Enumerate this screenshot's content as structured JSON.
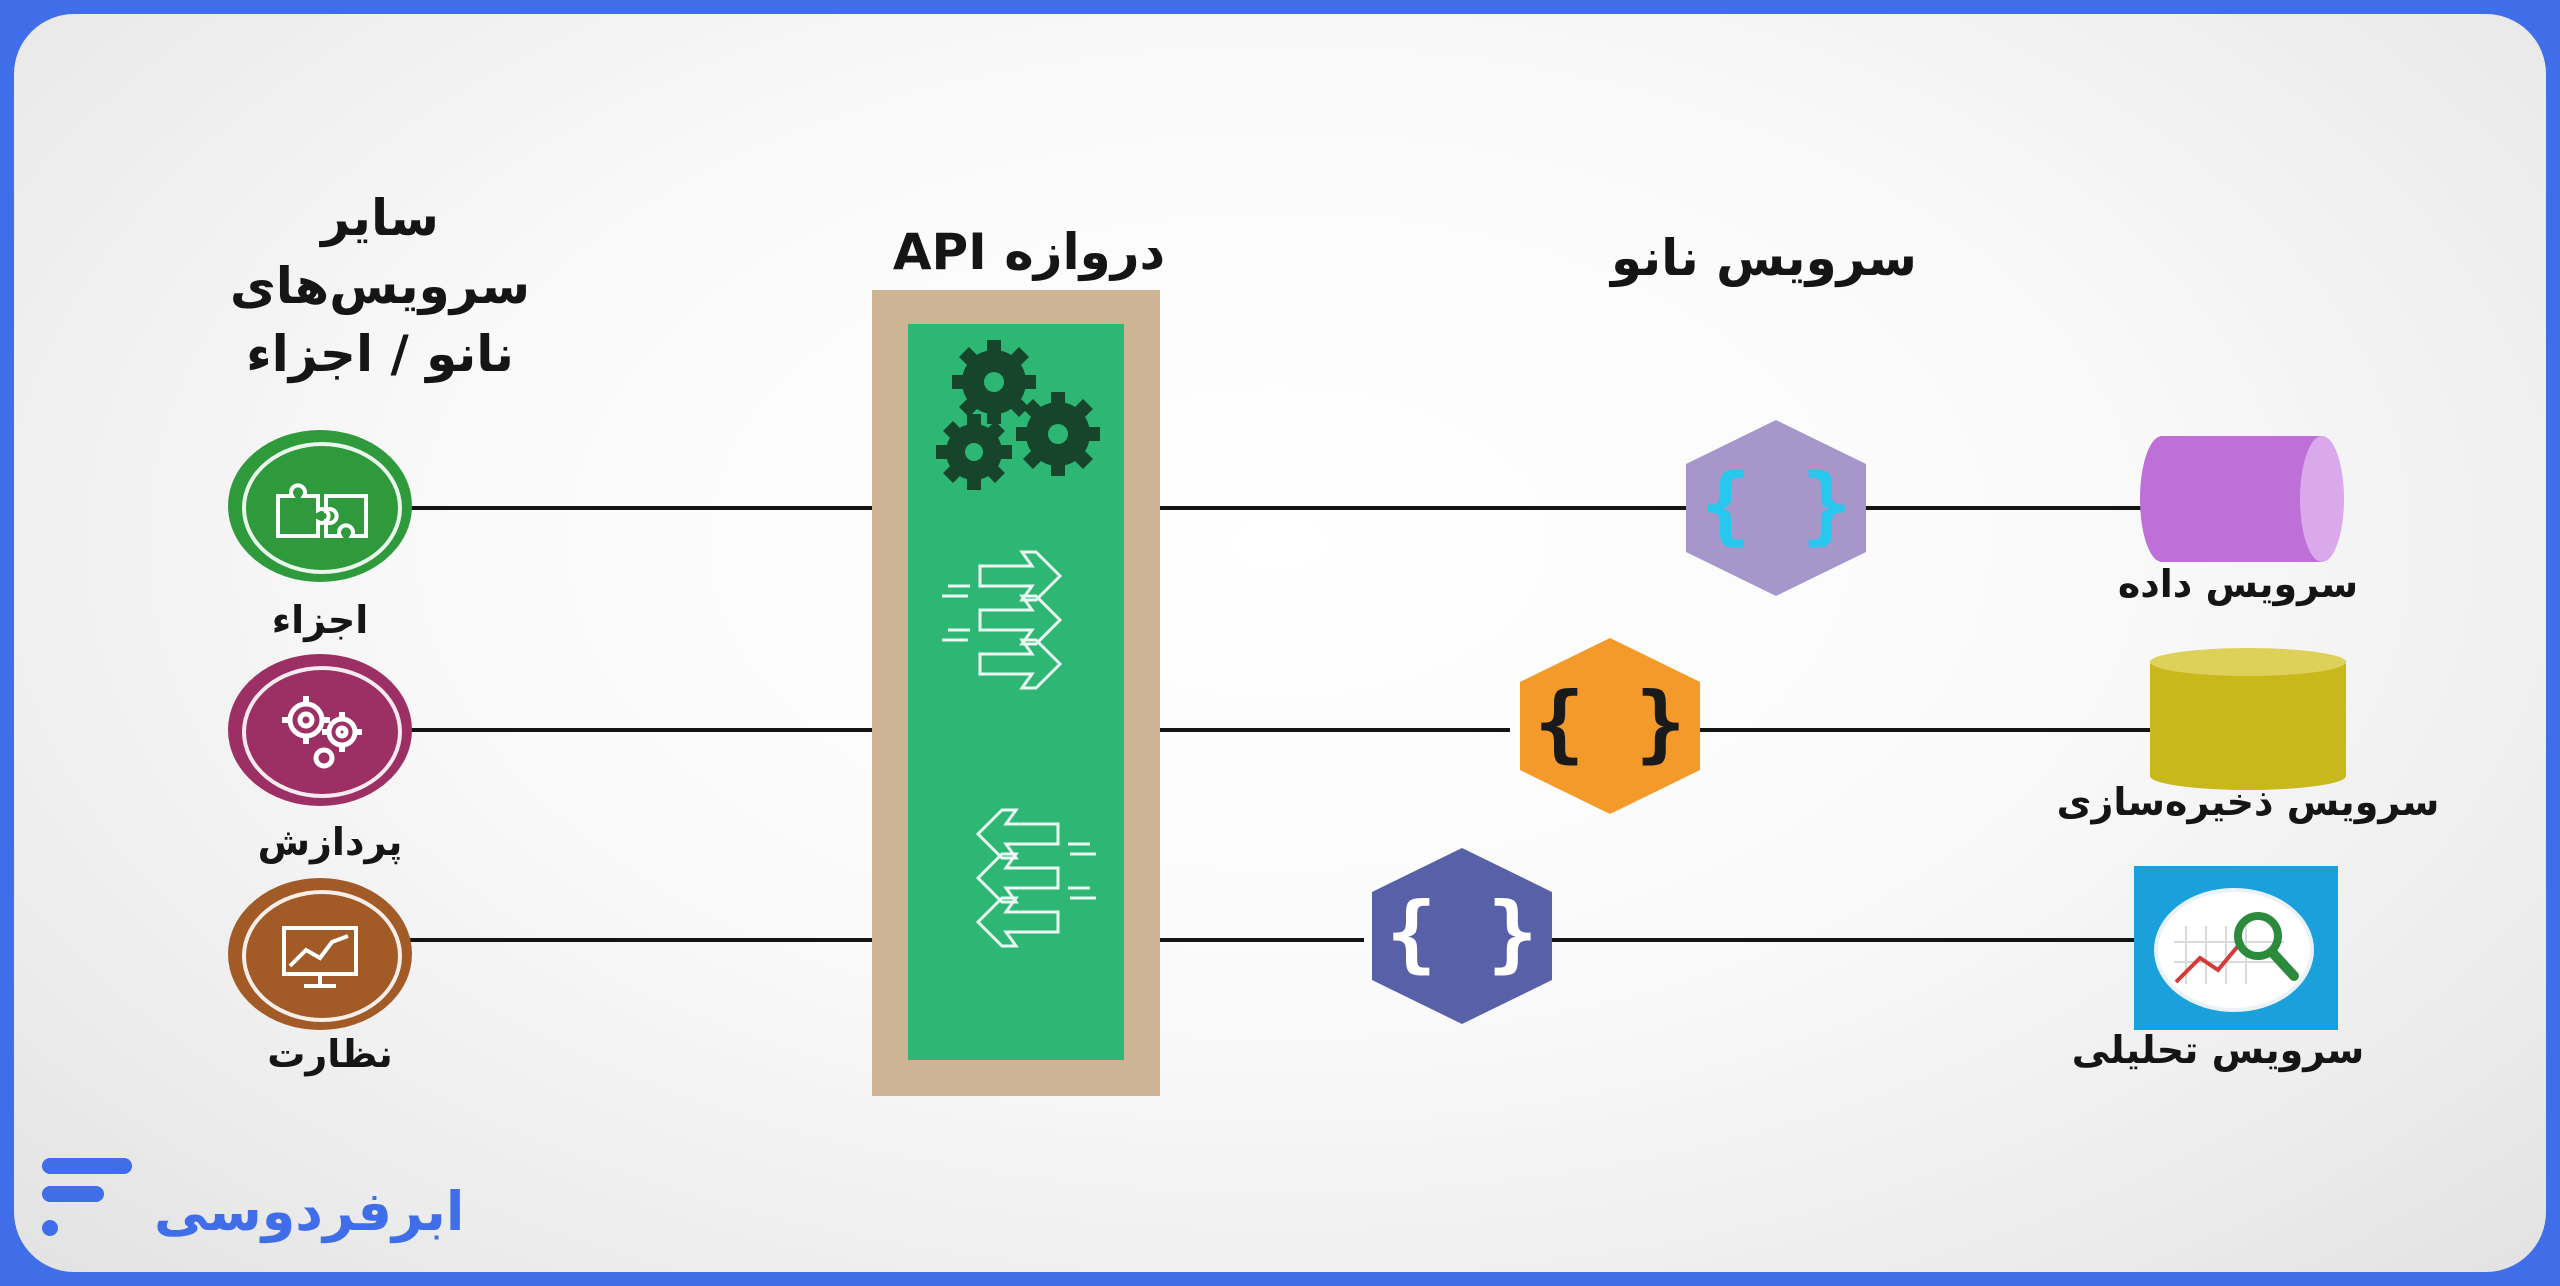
{
  "diagram": {
    "column_titles": {
      "other_services": [
        "سایر",
        "سرویس‌های",
        "نانو / اجزاء"
      ],
      "api_gateway": "دروازه API",
      "nano_service": "سرویس نانو"
    },
    "left_nodes": [
      {
        "label": "اجزاء",
        "icon": "puzzle-pieces-icon",
        "color": "#2f9a3c"
      },
      {
        "label": "پردازش",
        "icon": "gears-icon",
        "color": "#9c2f63"
      },
      {
        "label": "نظارت",
        "icon": "monitor-chart-icon",
        "color": "#a25a27"
      }
    ],
    "gateway_icons": [
      "gears-icon",
      "arrows-right-icon",
      "arrows-left-icon"
    ],
    "nano_hexagons": [
      {
        "symbol": "{ }",
        "color": "#a796c9",
        "brace_color": "#28c7ee"
      },
      {
        "symbol": "{ }",
        "color": "#f39a2b",
        "brace_color": "#1a1a1a"
      },
      {
        "symbol": "{ }",
        "color": "#5861a8",
        "brace_color": "#ffffff"
      }
    ],
    "right_nodes": [
      {
        "label": "سرویس داده",
        "icon": "purple-cylinder-icon",
        "color": "#be6fd8"
      },
      {
        "label": "سرویس ذخیره‌سازی",
        "icon": "yellow-cylinder-icon",
        "color": "#c8b81c"
      },
      {
        "label": "سرویس تحلیلی",
        "icon": "analytics-magnifier-icon",
        "color": "#1aa0da"
      }
    ]
  },
  "brand": {
    "name": "ابرفردوسی",
    "color": "#3f6ee8"
  }
}
